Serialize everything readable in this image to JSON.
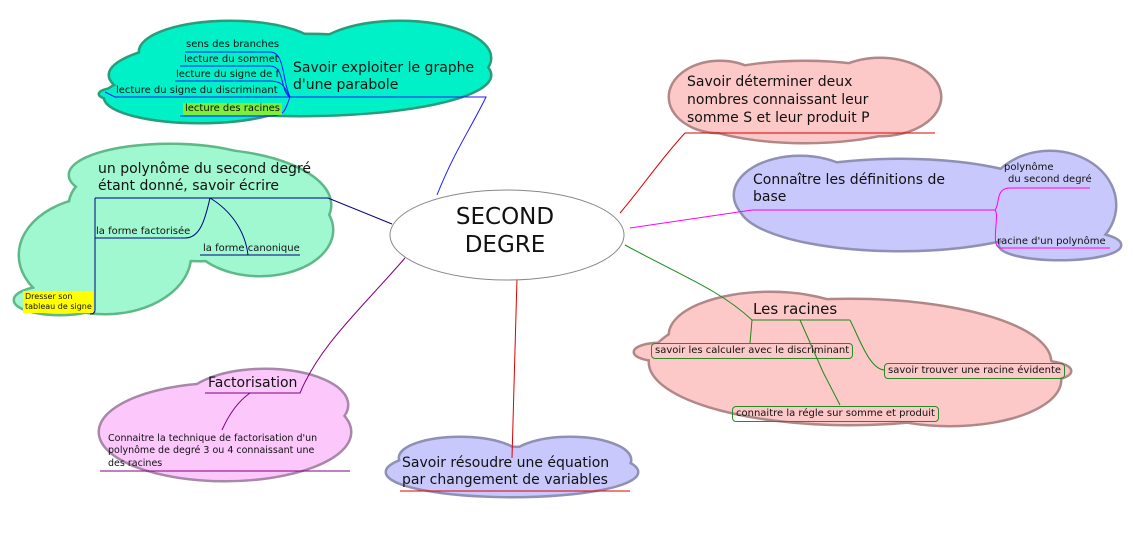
{
  "center": {
    "line1": "SECOND",
    "line2": "DEGRE"
  },
  "colors": {
    "teal": "#00f0c8",
    "mint": "#9ff8d0",
    "pink": "#fdc8c8",
    "lavender": "#c8c8fc",
    "magenta_pink": "#fcc8fc",
    "highlight_green": "#7cee3c",
    "highlight_yellow": "#ffff00"
  },
  "branches": {
    "graphe": {
      "title_l1": "Savoir exploiter le graphe",
      "title_l2": "d'une parabole",
      "children": [
        "sens des branches",
        "lecture du sommet",
        "lecture du signe de f",
        "lecture du signe du discriminant",
        "lecture des racines"
      ]
    },
    "ecrire": {
      "title_l1": "un polynôme du second degré",
      "title_l2": "étant donné, savoir écrire",
      "children": [
        "la forme factorisée",
        "la forme canonique"
      ],
      "grandchild_l1": "Dresser son",
      "grandchild_l2": "tableau de signe"
    },
    "factorisation": {
      "title": "Factorisation",
      "child_l1": "Connaitre la technique de factorisation d'un",
      "child_l2": "polynôme de degré 3 ou 4 connaissant une",
      "child_l3": "des racines"
    },
    "changement": {
      "l1": "Savoir résoudre une équation",
      "l2": "par changement de variables"
    },
    "somme_produit": {
      "l1": "Savoir déterminer deux",
      "l2": "nombres connaissant leur",
      "l3": "somme S et leur produit P"
    },
    "definitions": {
      "title_l1": "Connaître les définitions de",
      "title_l2": "base",
      "child1_l1": "polynôme",
      "child1_l2": "du second degré",
      "child2": "racine d'un polynôme"
    },
    "racines": {
      "title": "Les racines",
      "children": [
        "savoir les calculer avec le discriminant",
        "savoir trouver une racine évidente",
        "connaitre la régle sur somme et produit"
      ]
    }
  }
}
